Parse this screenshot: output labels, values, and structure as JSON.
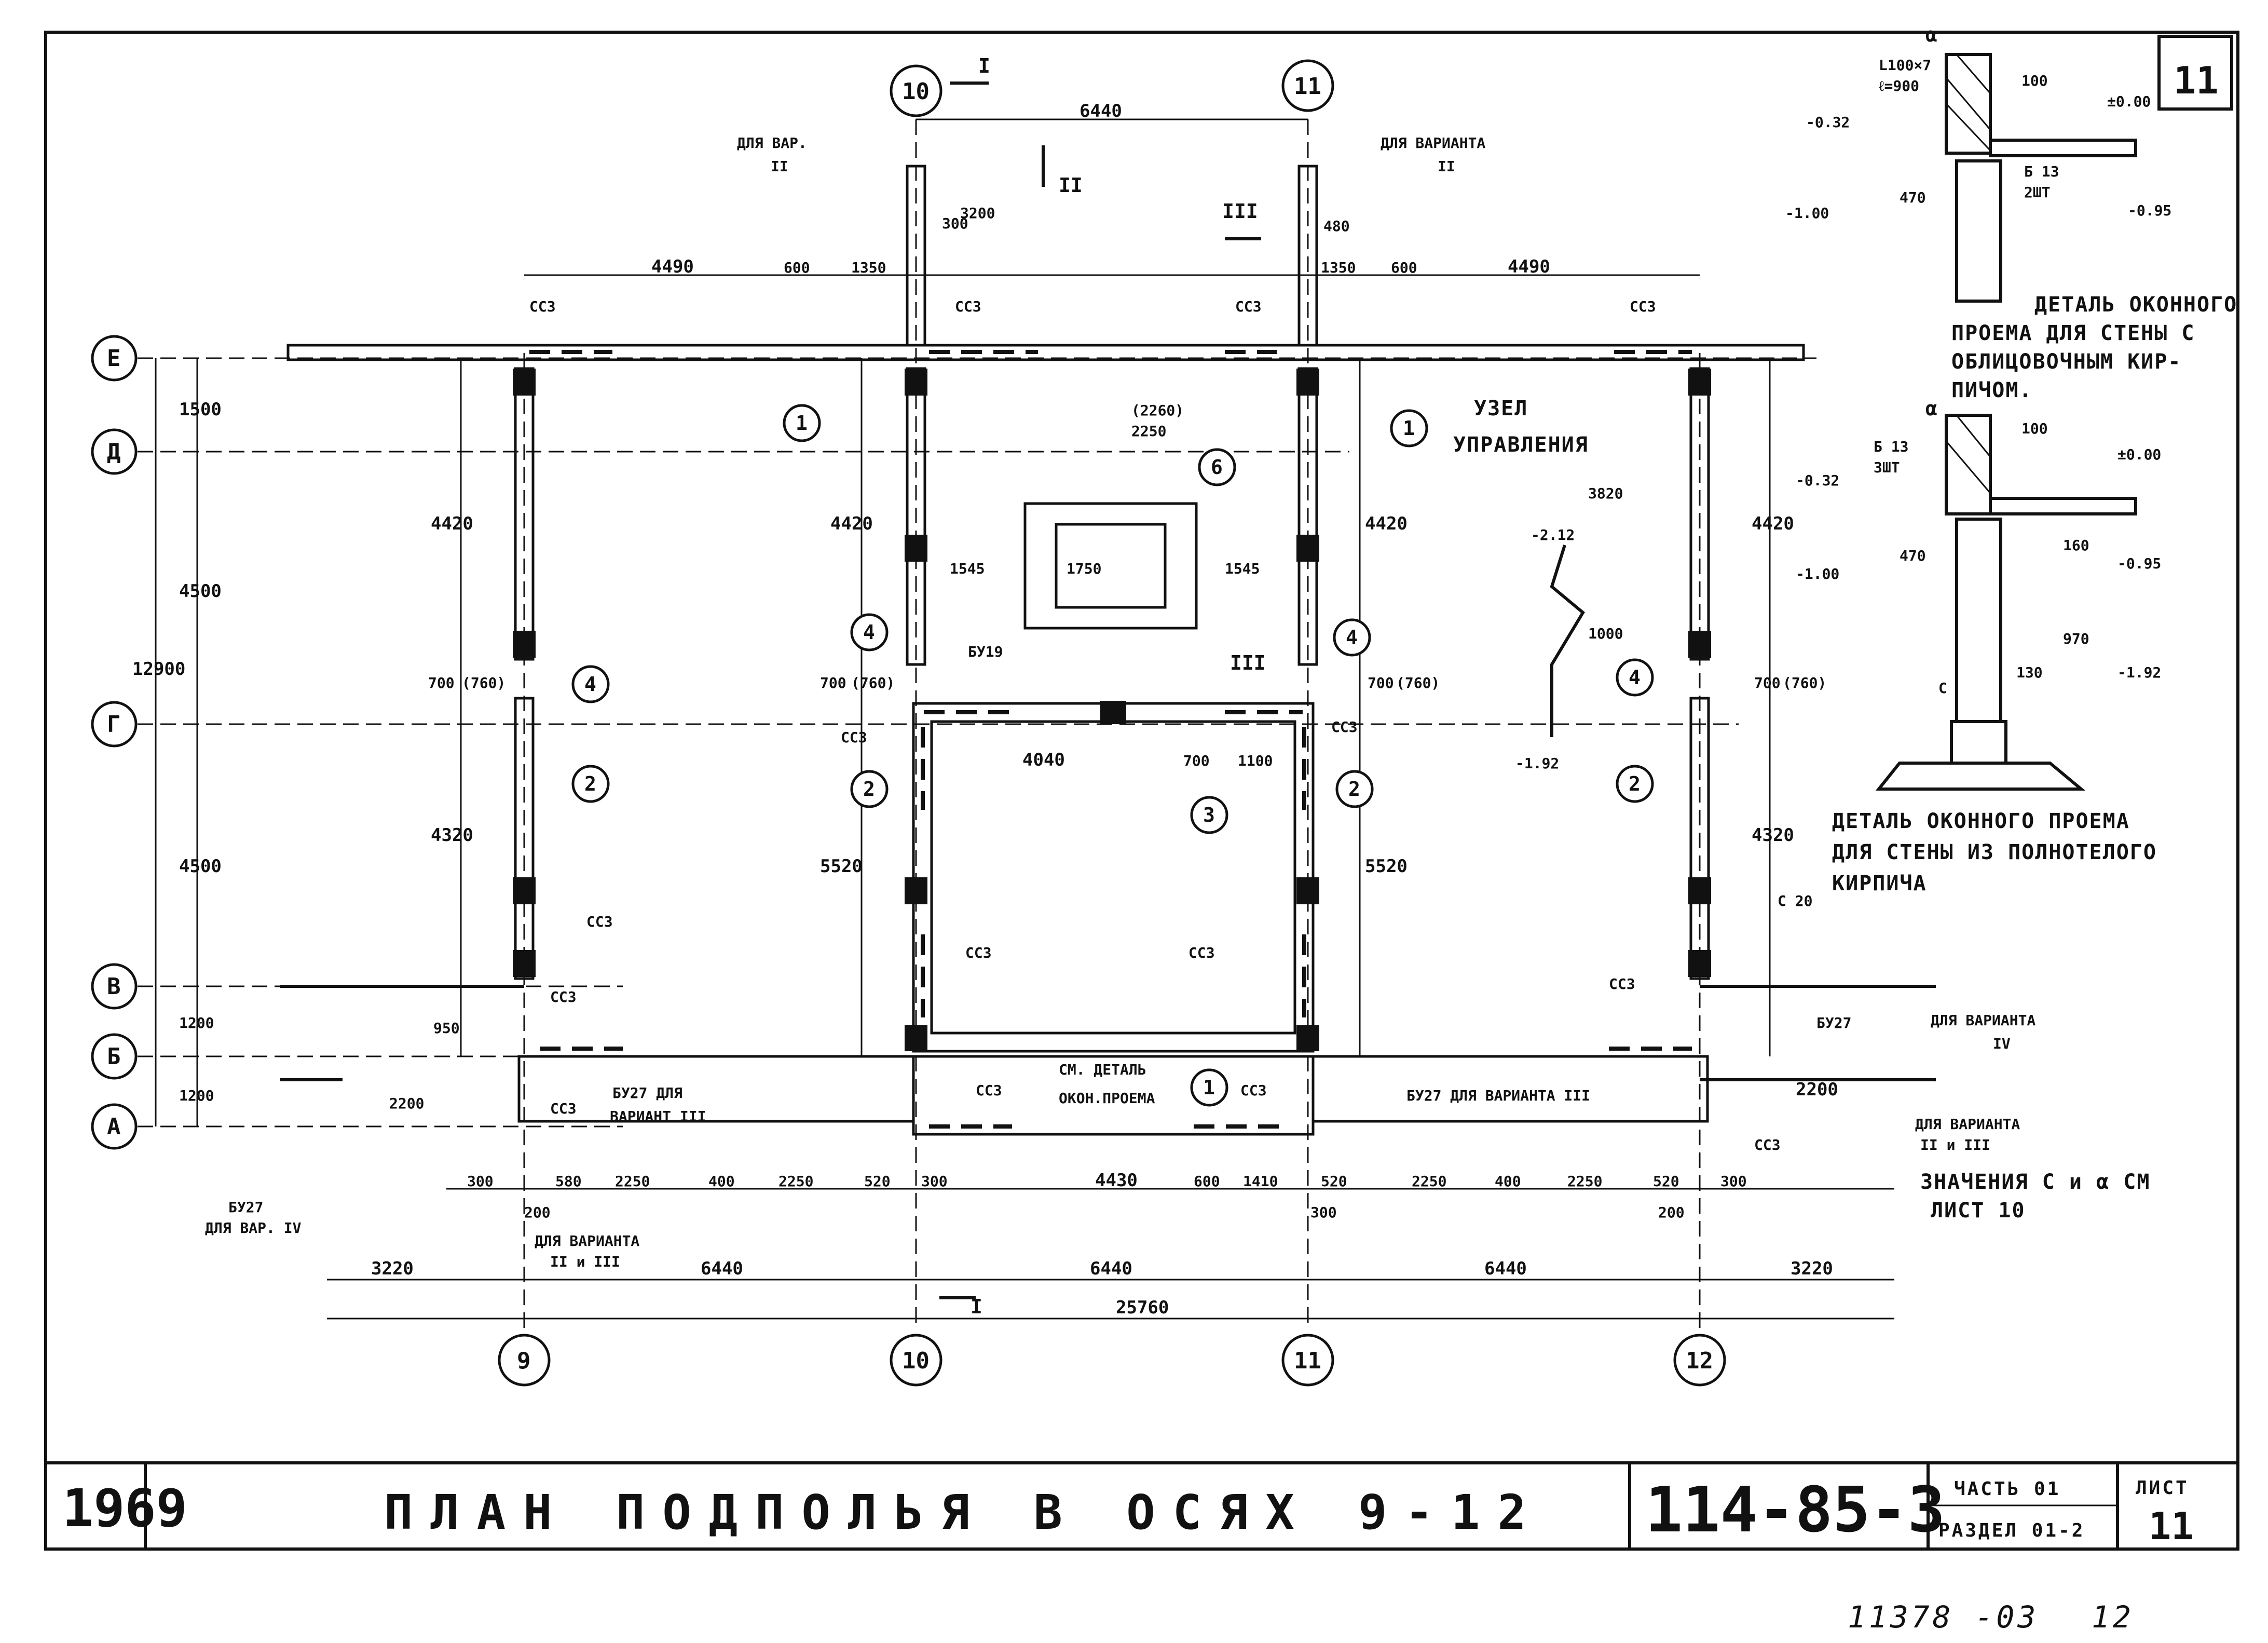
{
  "title": "ПЛАН ПОДПОЛЬЯ В ОСЯХ 9-12",
  "year": "1969",
  "doc_code": "114-85-3",
  "part": "ЧАСТЬ 01",
  "section": "РАЗДЕЛ 01-2",
  "sheet_label": "ЛИСТ",
  "sheet_no": "11",
  "corner_sheet_no": "11",
  "stamp": "11378 -03",
  "stamp_page": "12",
  "axes_vertical": [
    "9",
    "10",
    "11",
    "12"
  ],
  "axes_horizontal": [
    "Е",
    "Д",
    "Г",
    "В",
    "Б",
    "А"
  ],
  "dims_bottom": {
    "overall": "25760",
    "spans": [
      "3220",
      "6440",
      "6440",
      "6440",
      "3220"
    ],
    "detail": [
      "300",
      "580",
      "2250",
      "400",
      "2250",
      "520",
      "300",
      "4430",
      "600",
      "1410",
      "520",
      "2250",
      "400",
      "2250",
      "520",
      "300"
    ],
    "extra": [
      "200",
      "300",
      "200"
    ]
  },
  "dims_top": [
    "4490",
    "600",
    "1350",
    "6440",
    "1350",
    "600",
    "4490",
    "3200",
    "300",
    "480"
  ],
  "dims_left": [
    "1500",
    "4500",
    "12900",
    "4500",
    "1200",
    "1200"
  ],
  "dims_wall": [
    "4420",
    "4420",
    "4420",
    "4420",
    "4320",
    "5520",
    "5520",
    "4320",
    "700",
    "(760)",
    "700",
    "(760)",
    "700",
    "(760)",
    "700",
    "(760)",
    "4040",
    "700",
    "1100",
    "1545",
    "1750",
    "1545",
    "2250",
    "(2260)",
    "3820",
    "1000",
    "950",
    "2200",
    "2200"
  ],
  "marks": [
    "ССЗ",
    "С",
    "С 20",
    "БУ19",
    "БУ27"
  ],
  "callouts": [
    "1",
    "2",
    "3",
    "4",
    "6"
  ],
  "notes": {
    "var2_top": "ДЛЯ ВАР.",
    "var2_top_num": "II",
    "var_top_right": "ДЛЯ ВАРИАНТА",
    "var_top_right_num": "II",
    "uzel": "УЗЕЛ",
    "upravl": "УПРАВЛЕНИЯ",
    "see_detail1": "СМ. ДЕТАЛЬ",
    "see_detail2": "ОКОН.ПРОЕМА",
    "bu27_var3_a": "БУ27 ДЛЯ",
    "bu27_var3_b": "ВАРИАНТ III",
    "bu27_var3_right": "БУ27 ДЛЯ ВАРИАНТА III",
    "bu27_var4_left_a": "БУ27",
    "bu27_var4_left_b": "ДЛЯ ВАР. IV",
    "var23_a": "ДЛЯ ВАРИАНТА",
    "var23_b": "II и III",
    "bu27_right": "БУ27",
    "var4_right": "ДЛЯ ВАРИАНТА",
    "var4_right_num": "IV",
    "var23_right_a": "ДЛЯ ВАРИАНТА",
    "var23_right_b": "II и III",
    "values_c_a_1": "ЗНАЧЕНИЯ С и α СМ",
    "values_c_a_2": "ЛИСТ 10",
    "detail1_1": "ДЕТАЛЬ ОКОННОГО",
    "detail1_2": "ПРОЕМА ДЛЯ СТЕНЫ С",
    "detail1_3": "ОБЛИЦОВОЧНЫМ КИР-",
    "detail1_4": "ПИЧОМ.",
    "detail2_1": "ДЕТАЛЬ ОКОННОГО ПРОЕМА",
    "detail2_2": "ДЛЯ СТЕНЫ ИЗ ПОЛНОТЕЛОГО",
    "detail2_3": "КИРПИЧА"
  },
  "section_marks": [
    "I",
    "II",
    "III"
  ],
  "detail_levels": [
    "-0.32",
    "±0.00",
    "-1.00",
    "-0.95",
    "-0.32",
    "±0.00",
    "-1.00",
    "-0.95",
    "-1.92",
    "-2.12",
    "-1.92"
  ],
  "detail_labels": [
    "L100×7",
    "ℓ=900",
    "Б 13",
    "2ШТ",
    "Б 13",
    "3ШТ",
    "100",
    "470",
    "100",
    "470",
    "160",
    "970",
    "130",
    "α",
    "α",
    "С"
  ]
}
